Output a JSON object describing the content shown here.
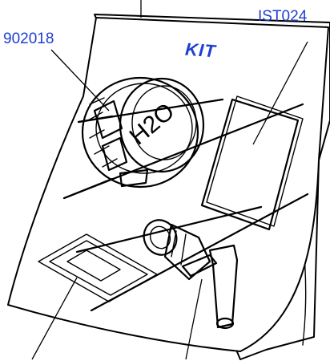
{
  "diagram": {
    "brand_label": "KIT",
    "cap_label": "H2O",
    "callouts": {
      "left_top": "902018",
      "right_top": "IST024"
    }
  }
}
